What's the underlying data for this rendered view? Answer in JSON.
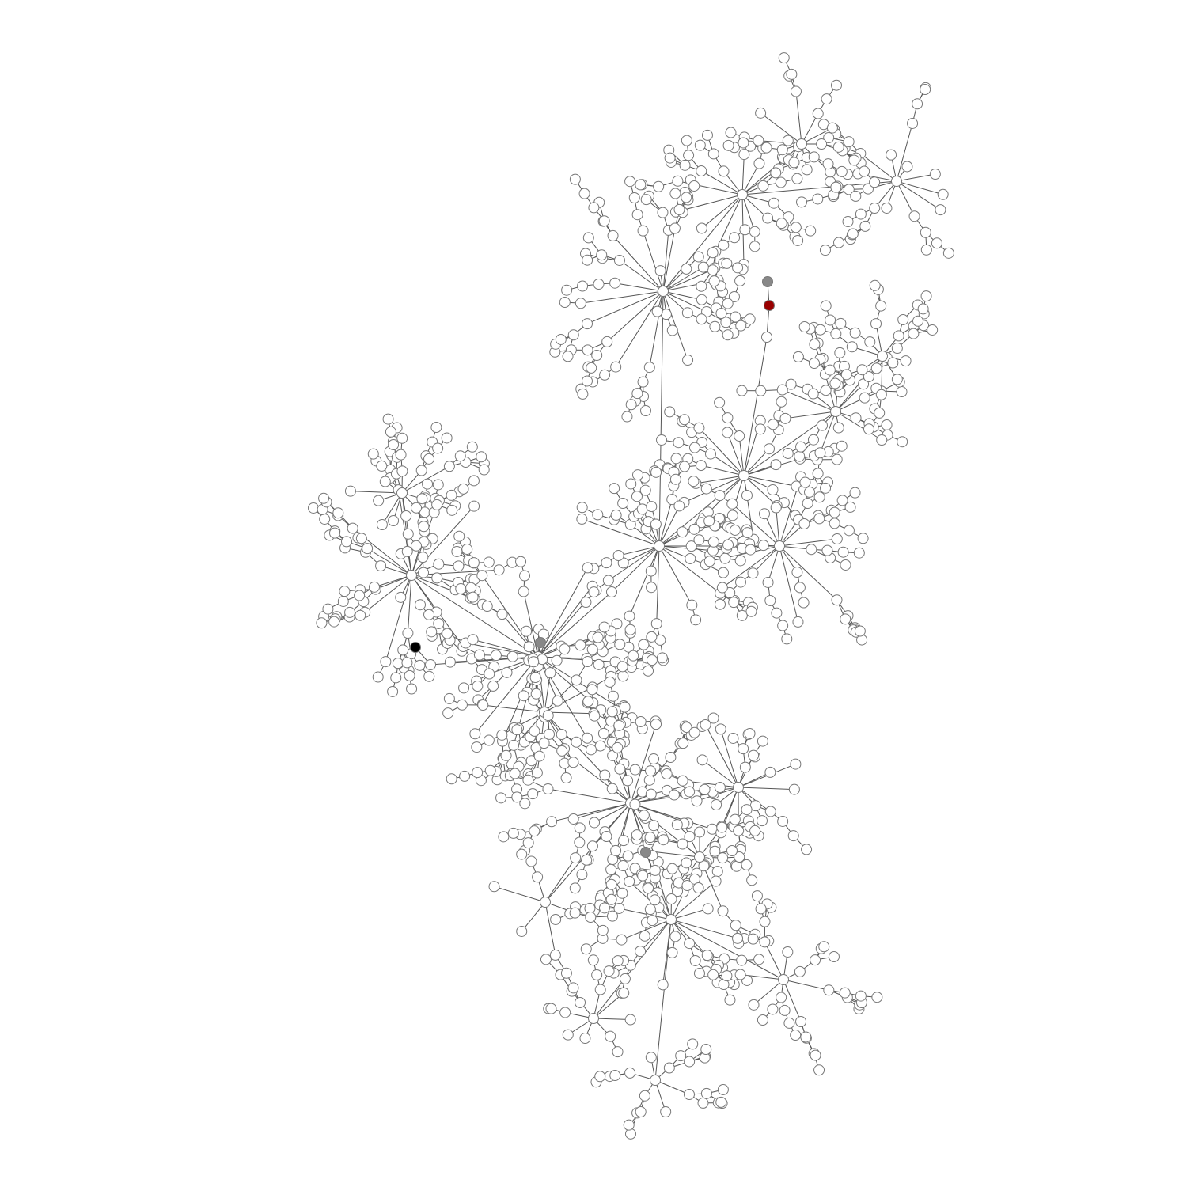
{
  "diagram": {
    "type": "tree-graph",
    "colors": {
      "background": "#ffffff",
      "edge": "#555555",
      "node_fill": "#ffffff",
      "node_stroke": "#777777",
      "highlight_red": "#990000",
      "highlight_gray": "#888888",
      "highlight_black": "#000000"
    },
    "highlighted_nodes": [
      {
        "name": "red-node",
        "color": "#990000"
      },
      {
        "name": "gray-node-top",
        "color": "#888888"
      },
      {
        "name": "gray-node-center",
        "color": "#888888"
      },
      {
        "name": "gray-node-lower",
        "color": "#888888"
      },
      {
        "name": "black-node",
        "color": "#000000"
      }
    ]
  }
}
